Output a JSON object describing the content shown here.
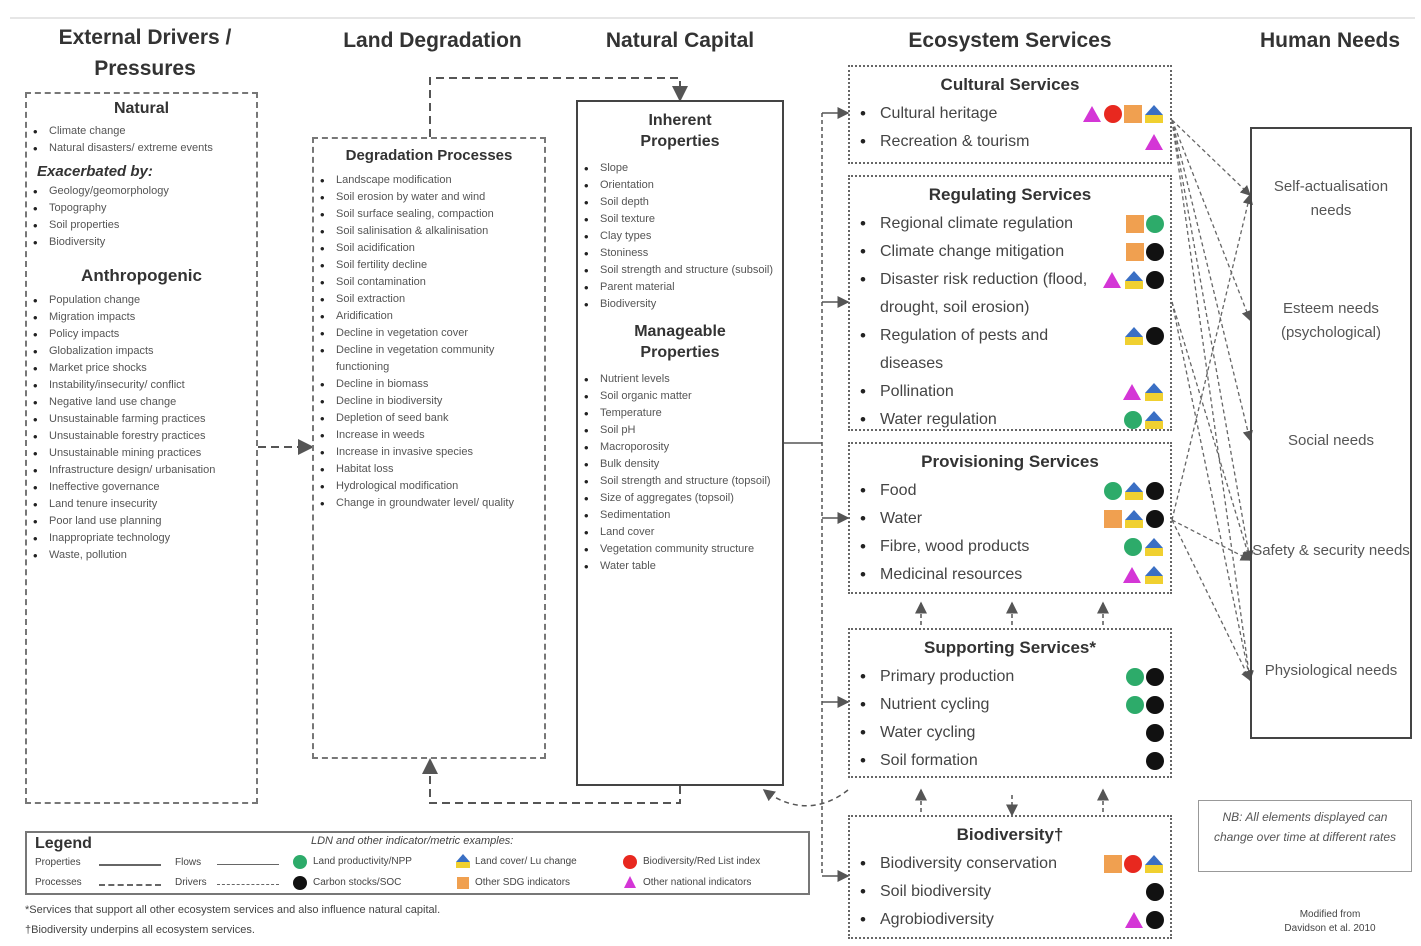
{
  "columns": {
    "external": "External Drivers / Pressures",
    "land_degradation": "Land Degradation",
    "natural_capital": "Natural Capital",
    "ecosystem_services": "Ecosystem Services",
    "human_needs": "Human Needs"
  },
  "external": {
    "natural_title": "Natural",
    "natural_items": [
      "Climate change",
      "Natural disasters/ extreme events"
    ],
    "exacerbated_title": "Exacerbated by:",
    "exacerbated_items": [
      "Geology/geomorphology",
      "Topography",
      "Soil properties",
      "Biodiversity"
    ],
    "anthropogenic_title": "Anthropogenic",
    "anthropogenic_items": [
      "Population change",
      "Migration impacts",
      "Policy impacts",
      "Globalization impacts",
      "Market price shocks",
      "Instability/insecurity/ conflict",
      "Negative land use change",
      "Unsustainable farming practices",
      "Unsustainable forestry practices",
      "Unsustainable mining practices",
      "Infrastructure design/ urbanisation",
      "Ineffective governance",
      "Land tenure insecurity",
      "Poor land use planning",
      "Inappropriate technology",
      "Waste, pollution"
    ]
  },
  "degradation": {
    "title": "Degradation Processes",
    "items": [
      "Landscape modification",
      "Soil erosion by water and wind",
      "Soil surface sealing, compaction",
      "Soil salinisation & alkalinisation",
      "Soil acidification",
      "Soil fertility decline",
      "Soil contamination",
      "Soil extraction",
      "Aridification",
      "Decline in vegetation cover",
      "Decline in vegetation community functioning",
      "Decline in biomass",
      "Decline in biodiversity",
      "Depletion of seed bank",
      "Increase in weeds",
      "Increase in invasive species",
      "Habitat loss",
      "Hydrological modification",
      "Change in groundwater level/ quality"
    ]
  },
  "natural_capital": {
    "inherent_title": "Inherent Properties",
    "inherent_items": [
      "Slope",
      "Orientation",
      "Soil depth",
      "Soil texture",
      "Clay types",
      "Stoniness",
      "Soil strength and structure (subsoil)",
      "Parent material",
      "Biodiversity"
    ],
    "manageable_title": "Manageable Properties",
    "manageable_items": [
      "Nutrient levels",
      "Soil organic matter",
      "Temperature",
      "Soil pH",
      "Macroporosity",
      "Bulk density",
      "Soil strength and structure (topsoil)",
      "Size of aggregates (topsoil)",
      "Sedimentation",
      "Land cover",
      "Vegetation community structure",
      "Water table"
    ]
  },
  "services": {
    "cultural": {
      "title": "Cultural Services",
      "items": [
        {
          "label": "Cultural heritage",
          "icons": [
            "tri-pink",
            "circ-red",
            "sq-orange",
            "mixed"
          ]
        },
        {
          "label": "Recreation & tourism",
          "icons": [
            "tri-pink"
          ]
        }
      ]
    },
    "regulating": {
      "title": "Regulating Services",
      "items": [
        {
          "label": "Regional climate regulation",
          "icons": [
            "sq-orange",
            "circ-green"
          ]
        },
        {
          "label": "Climate change mitigation",
          "icons": [
            "sq-orange",
            "circ-black"
          ]
        },
        {
          "label": "Disaster risk reduction (flood, drought, soil erosion)",
          "icons": [
            "tri-pink",
            "mixed",
            "circ-black"
          ]
        },
        {
          "label": "Regulation of pests and diseases",
          "icons": [
            "mixed",
            "circ-black"
          ]
        },
        {
          "label": "Pollination",
          "icons": [
            "tri-pink",
            "mixed"
          ]
        },
        {
          "label": "Water regulation",
          "icons": [
            "circ-green",
            "mixed"
          ]
        }
      ]
    },
    "provisioning": {
      "title": "Provisioning Services",
      "items": [
        {
          "label": "Food",
          "icons": [
            "circ-green",
            "mixed",
            "circ-black"
          ]
        },
        {
          "label": "Water",
          "icons": [
            "sq-orange",
            "mixed",
            "circ-black"
          ]
        },
        {
          "label": "Fibre, wood products",
          "icons": [
            "circ-green",
            "mixed"
          ]
        },
        {
          "label": "Medicinal resources",
          "icons": [
            "tri-pink",
            "mixed"
          ]
        }
      ]
    },
    "supporting": {
      "title": "Supporting Services*",
      "items": [
        {
          "label": "Primary production",
          "icons": [
            "circ-green",
            "circ-black"
          ]
        },
        {
          "label": "Nutrient cycling",
          "icons": [
            "circ-green",
            "circ-black"
          ]
        },
        {
          "label": "Water cycling",
          "icons": [
            "circ-black"
          ]
        },
        {
          "label": "Soil formation",
          "icons": [
            "circ-black"
          ]
        }
      ]
    },
    "biodiversity": {
      "title": "Biodiversity†",
      "items": [
        {
          "label": "Biodiversity conservation",
          "icons": [
            "sq-orange",
            "circ-red",
            "mixed"
          ]
        },
        {
          "label": "Soil biodiversity",
          "icons": [
            "circ-black"
          ]
        },
        {
          "label": "Agrobiodiversity",
          "icons": [
            "tri-pink",
            "circ-black"
          ]
        }
      ]
    }
  },
  "human_needs": [
    "Self-actualisation needs",
    "Esteem needs (psychological)",
    "Social needs",
    "Safety & security needs",
    "Physiological needs"
  ],
  "note": "NB: All elements displayed can change over time at different rates",
  "legend": {
    "title": "Legend",
    "properties": "Properties",
    "processes": "Processes",
    "flows": "Flows",
    "drivers": "Drivers",
    "indicator_heading": "LDN and other indicator/metric examples:",
    "ind_green": "Land productivity/NPP",
    "ind_mixed": "Land cover/ Lu change",
    "ind_red": "Biodiversity/Red List index",
    "ind_black": "Carbon stocks/SOC",
    "ind_orange": "Other SDG indicators",
    "ind_pink": "Other national indicators"
  },
  "footnotes": [
    "*Services that support all other ecosystem services and also influence natural capital.",
    "†Biodiversity underpins all ecosystem services."
  ],
  "credit": "Modified from Davidson et al. 2010",
  "colors": {
    "green": "#2dab6a",
    "black": "#111111",
    "red": "#e8281f",
    "orange": "#f0a050",
    "pink": "#d436d6",
    "blue": "#3a6fc4",
    "yellow": "#f0d030"
  }
}
